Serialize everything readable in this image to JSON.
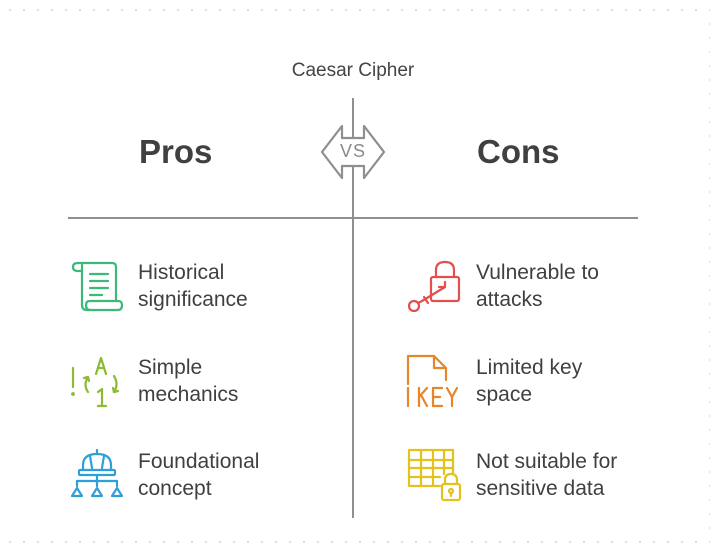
{
  "title": "Caesar Cipher",
  "vs_label": "VS",
  "pros": {
    "heading": "Pros",
    "items": [
      {
        "line1": "Historical",
        "line2": "significance",
        "icon": "scroll-icon",
        "color": "#3cb878"
      },
      {
        "line1": "Simple",
        "line2": "mechanics",
        "icon": "letter-number-cycle-icon",
        "color": "#8dba31"
      },
      {
        "line1": "Foundational",
        "line2": "concept",
        "icon": "foundation-network-icon",
        "color": "#2f9fd8"
      }
    ]
  },
  "cons": {
    "heading": "Cons",
    "items": [
      {
        "line1": "Vulnerable to",
        "line2": "attacks",
        "icon": "lock-pick-icon",
        "color": "#e14f4f"
      },
      {
        "line1": "Limited key",
        "line2": "space",
        "icon": "key-document-icon",
        "color": "#e6852a"
      },
      {
        "line1": "Not suitable for",
        "line2": "sensitive data",
        "icon": "locked-table-icon",
        "color": "#e3c21d"
      }
    ]
  }
}
